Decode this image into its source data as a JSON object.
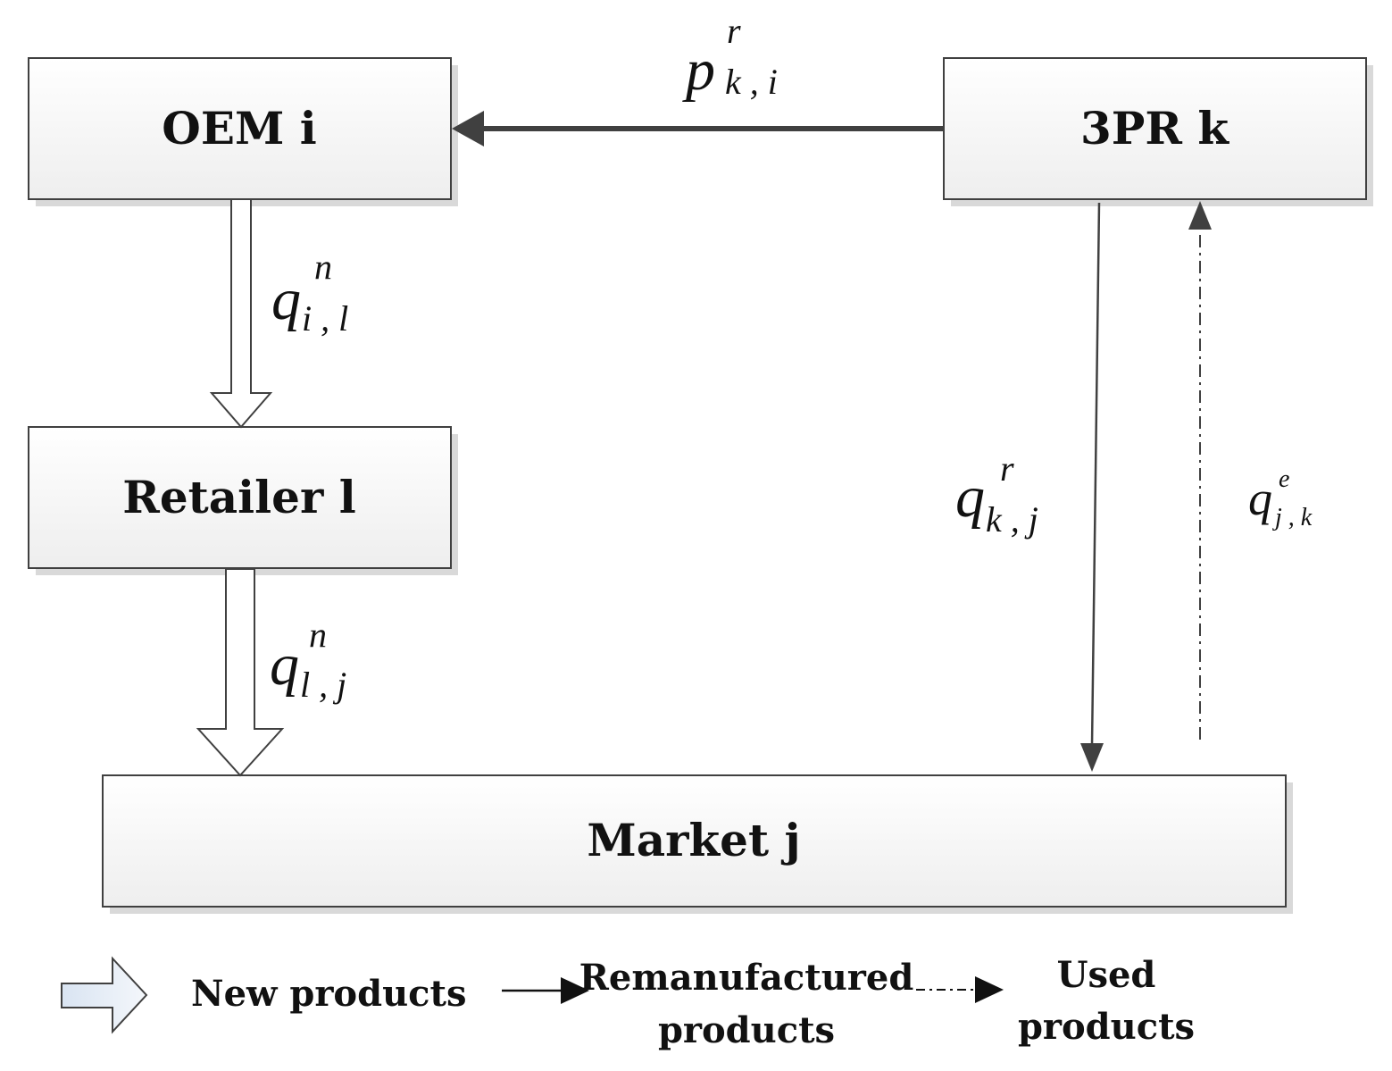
{
  "nodes": {
    "oem": "OEM i",
    "threepr": "3PR k",
    "retailer": "Retailer l",
    "market": "Market j"
  },
  "flows": {
    "p_k_i": {
      "base": "p",
      "sup": "r",
      "sub": "k , i"
    },
    "q_i_l": {
      "base": "q",
      "sup": "n",
      "sub": "i , l"
    },
    "q_l_j": {
      "base": "q",
      "sup": "n",
      "sub": "l , j"
    },
    "q_k_j": {
      "base": "q",
      "sup": "r",
      "sub": "k , j"
    },
    "q_j_k": {
      "base": "q",
      "sup": "e",
      "sub": "j , k"
    }
  },
  "legend": {
    "new": "New products",
    "reman_line1": "Remanufactured",
    "reman_line2": "products",
    "used_line1": "Used",
    "used_line2": "products",
    "icons": [
      "hollow-block-arrow-icon",
      "solid-arrow-icon",
      "dash-dot-arrow-icon"
    ]
  },
  "colors": {
    "box_fill_top": "#ffffff",
    "box_fill_bottom": "#eeeeee",
    "stroke": "#404040",
    "legend_arrow_fill": "#e4ecf6"
  }
}
